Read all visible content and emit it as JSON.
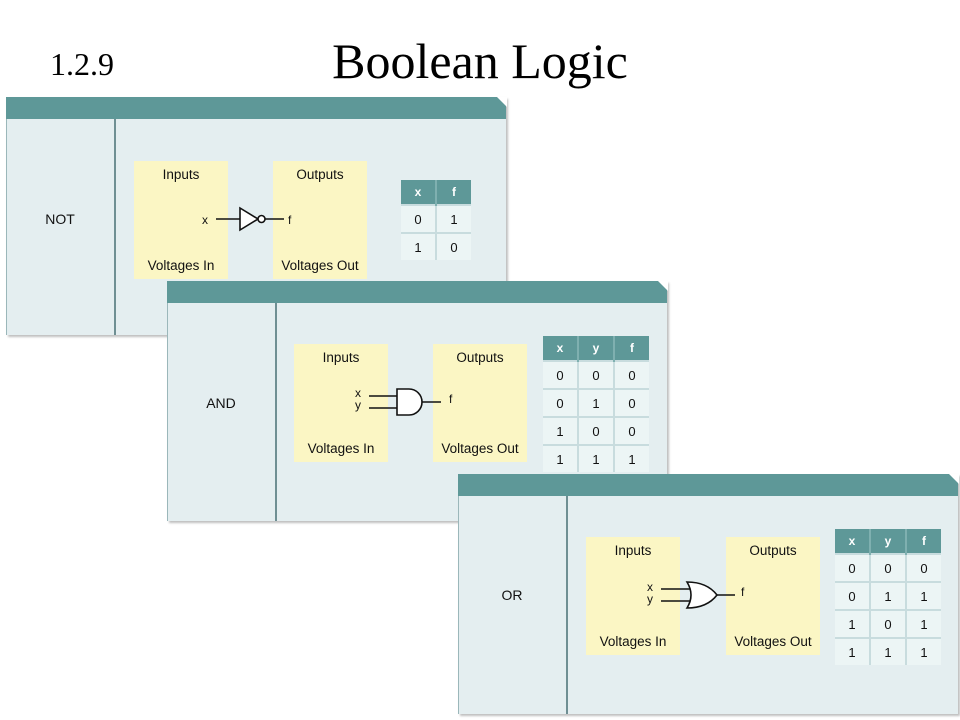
{
  "slide": {
    "number": "1.2.9",
    "title": "Boolean Logic"
  },
  "panels": {
    "not": {
      "gate": "NOT",
      "inputs_label": "Inputs",
      "inputs_foot": "Voltages In",
      "outputs_label": "Outputs",
      "outputs_foot": "Voltages Out",
      "in_x": "x",
      "out_f": "f",
      "table": {
        "headers": [
          "x",
          "f"
        ],
        "rows": [
          [
            "0",
            "1"
          ],
          [
            "1",
            "0"
          ]
        ]
      }
    },
    "and": {
      "gate": "AND",
      "inputs_label": "Inputs",
      "inputs_foot": "Voltages In",
      "outputs_label": "Outputs",
      "outputs_foot": "Voltages Out",
      "in_x": "x",
      "in_y": "y",
      "out_f": "f",
      "table": {
        "headers": [
          "x",
          "y",
          "f"
        ],
        "rows": [
          [
            "0",
            "0",
            "0"
          ],
          [
            "0",
            "1",
            "0"
          ],
          [
            "1",
            "0",
            "0"
          ],
          [
            "1",
            "1",
            "1"
          ]
        ]
      }
    },
    "or": {
      "gate": "OR",
      "inputs_label": "Inputs",
      "inputs_foot": "Voltages In",
      "outputs_label": "Outputs",
      "outputs_foot": "Voltages Out",
      "in_x": "x",
      "in_y": "y",
      "out_f": "f",
      "table": {
        "headers": [
          "x",
          "y",
          "f"
        ],
        "rows": [
          [
            "0",
            "0",
            "0"
          ],
          [
            "0",
            "1",
            "1"
          ],
          [
            "1",
            "0",
            "1"
          ],
          [
            "1",
            "1",
            "1"
          ]
        ]
      }
    }
  },
  "colors": {
    "header": "#5e9898",
    "panel": "#e4eef0",
    "io_box": "#fbf6c4"
  }
}
